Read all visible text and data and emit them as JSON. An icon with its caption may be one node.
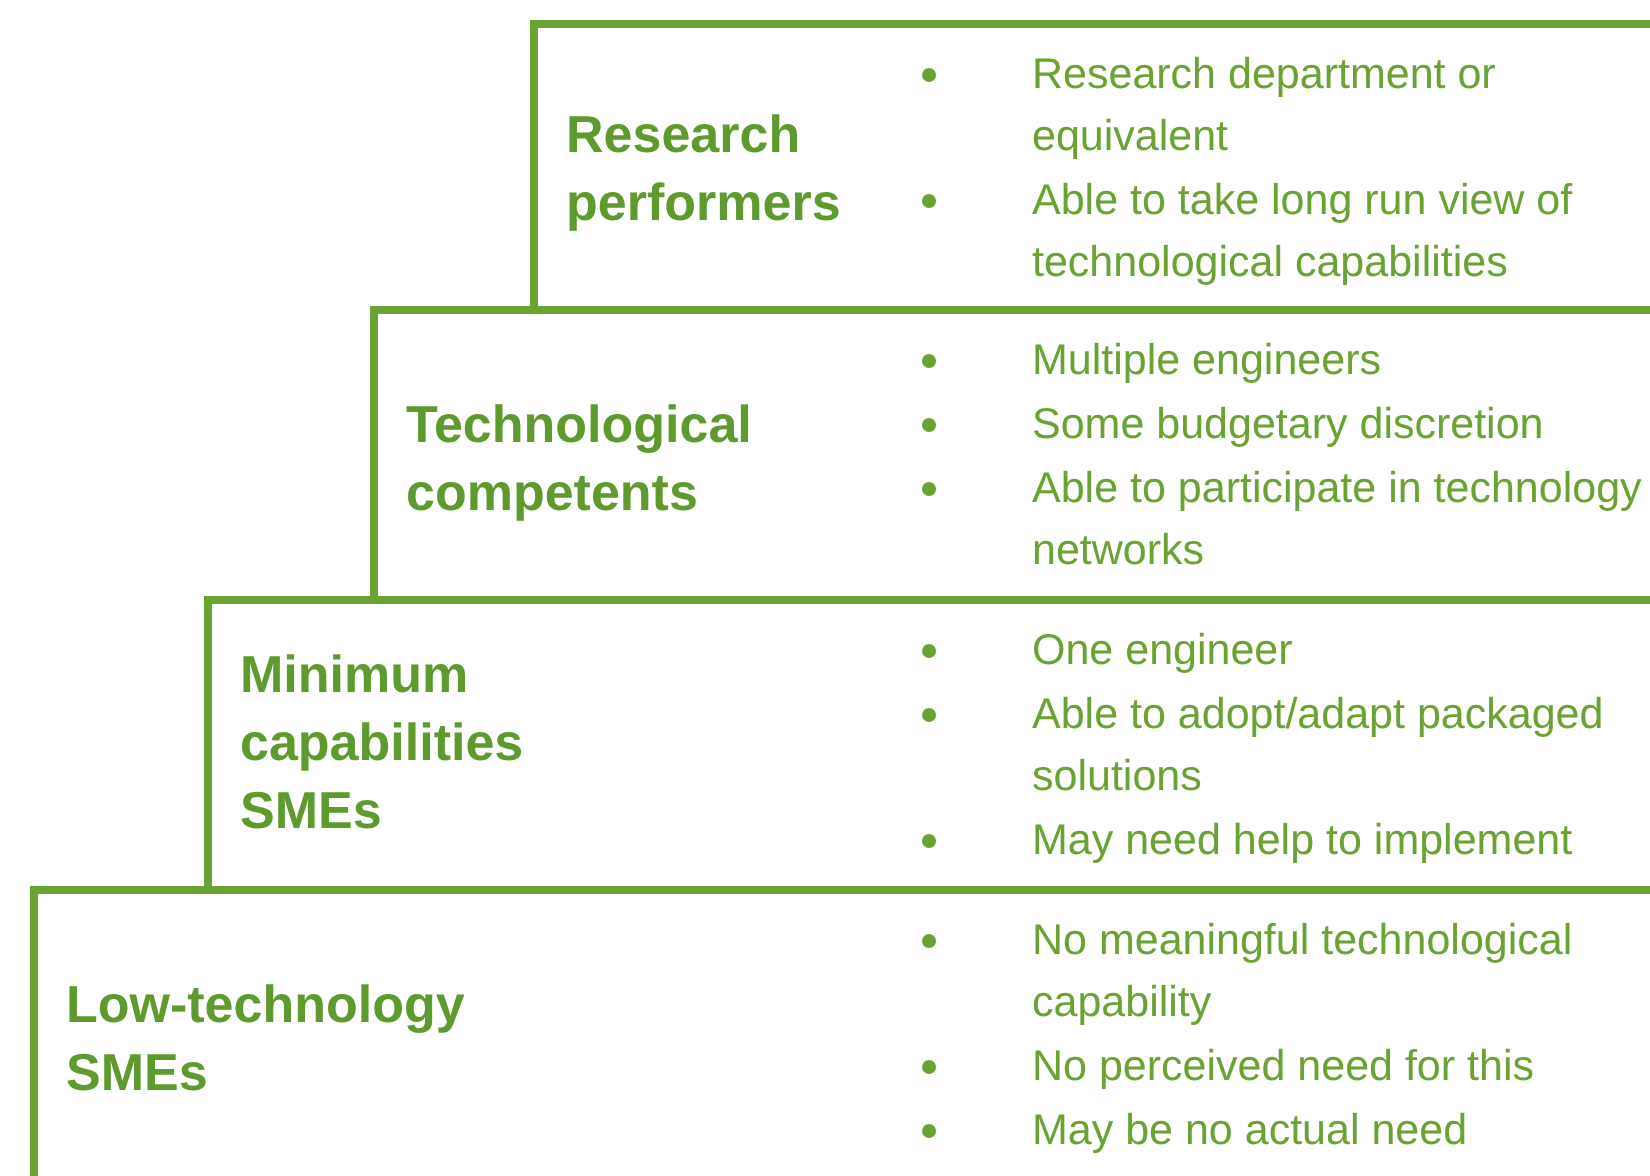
{
  "diagram": {
    "nodes": [
      {
        "text": [
          "Research performers",
          "Research department or equivalent",
          "Able to take long run view of technological capabilities"
        ]
      },
      {
        "text": [
          "Technological competents",
          "Multiple engineers",
          "Some budgetary discretion",
          "Able to participate in technology networks"
        ]
      },
      {
        "text": [
          "Minimum capabilities SMEs",
          "One engineer",
          "Able to adopt/adapt packaged solutions",
          "May need help to implement"
        ]
      },
      {
        "text": [
          "Low-technology SMEs",
          "No meaningful technological capability",
          "No perceived need for this",
          "May be no actual need"
        ]
      }
    ]
  }
}
